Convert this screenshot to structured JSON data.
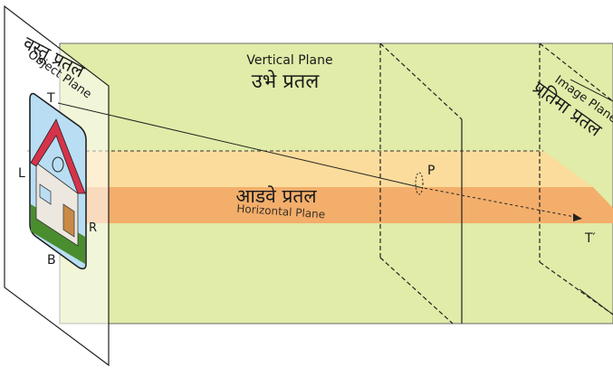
{
  "vertical_plane": {
    "label_en": "Vertical Plane",
    "label_mr": "उभे प्रतल"
  },
  "horizontal_plane": {
    "label_en": "Horizontal Plane",
    "label_mr": "आडवे प्रतल"
  },
  "object_plane": {
    "label_en": "Object Plane",
    "label_mr": "वस्तू प्रतल"
  },
  "image_plane": {
    "label_en": "Image Plane",
    "label_mr": "प्रतिमा प्रतल"
  },
  "points": {
    "T": "T",
    "L": "L",
    "R": "R",
    "B": "B",
    "P": "P",
    "T_prime": "T′"
  },
  "colors": {
    "vertical_plane_fill": "#e0eca8",
    "horizontal_plane_light": "#fbdc9c",
    "horizontal_plane_strip": "#f3ae6b",
    "roof": "#d6334a",
    "sky": "#b9def4",
    "house_wall": "#ece7df",
    "grass": "#4a8d2e",
    "door": "#c98a45"
  }
}
